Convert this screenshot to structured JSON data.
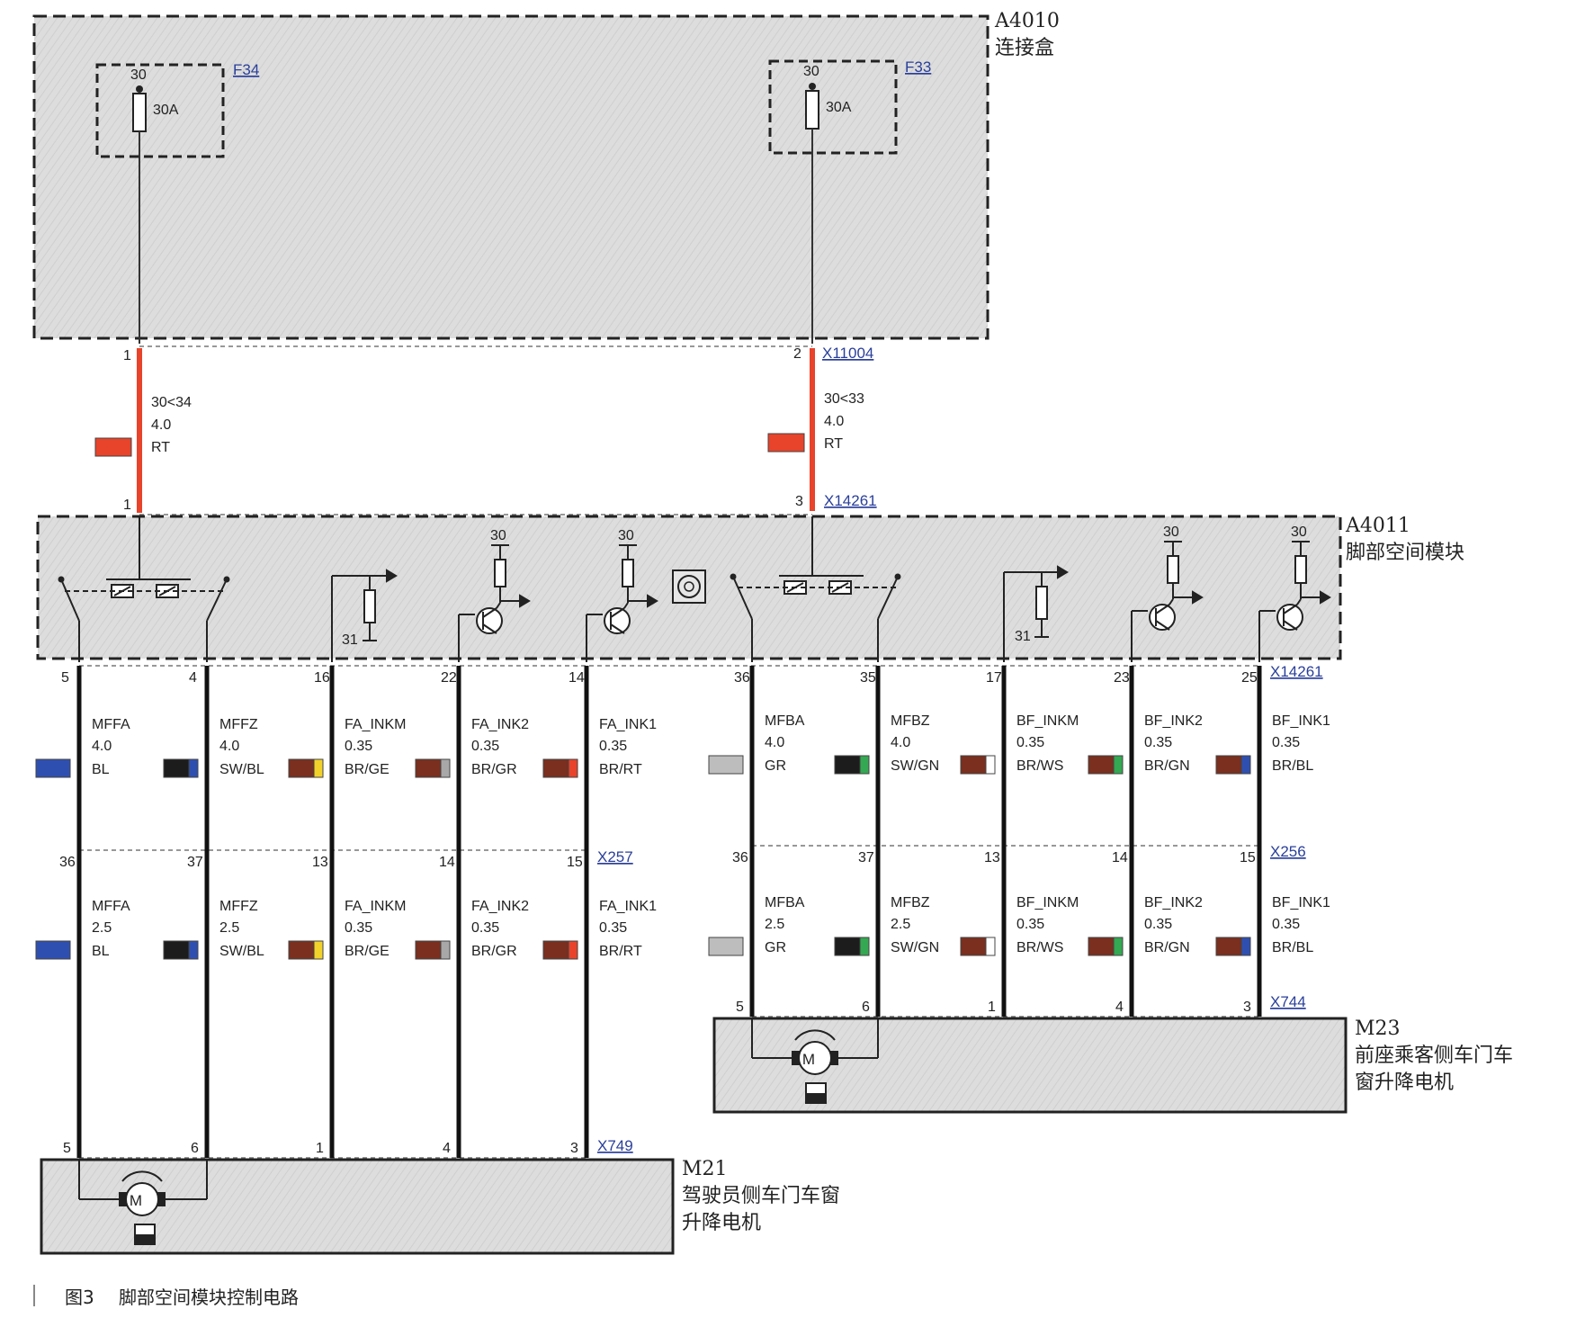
{
  "components": {
    "a4010": {
      "id": "A4010",
      "name": "连接盒"
    },
    "a4011": {
      "id": "A4011",
      "name": "脚部空间模块"
    },
    "m23": {
      "id": "M23",
      "name_line1": "前座乘客侧车门车",
      "name_line2": "窗升降电机"
    },
    "m21": {
      "id": "M21",
      "name_line1": "驾驶员侧车门车窗",
      "name_line2": "升降电机"
    }
  },
  "fuses": [
    {
      "label": "F34",
      "terminal": "30",
      "rating": "30A"
    },
    {
      "label": "F33",
      "terminal": "30",
      "rating": "30A"
    }
  ],
  "connectors": {
    "x11004": "X11004",
    "x14261_top": "X14261",
    "x14261_bottom": "X14261",
    "x257": "X257",
    "x256": "X256",
    "x749": "X749",
    "x744": "X744"
  },
  "supply_wires": [
    {
      "signal": "30<34",
      "size": "4.0",
      "color_code": "RT",
      "pin_top": "1",
      "pin_bottom": "1",
      "swatch": [
        "#e8432b"
      ]
    },
    {
      "signal": "30<33",
      "size": "4.0",
      "color_code": "RT",
      "pin_top": "2",
      "pin_bottom": "3",
      "swatch": [
        "#e8432b"
      ]
    }
  ],
  "module_symbols": {
    "terminal_30": "30",
    "terminal_31": "31"
  },
  "upper_wires": [
    {
      "pin": "5",
      "signal": "MFFA",
      "size": "4.0",
      "color_code": "BL",
      "swatch": [
        "#2f4fb0"
      ]
    },
    {
      "pin": "4",
      "signal": "MFFZ",
      "size": "4.0",
      "color_code": "SW/BL",
      "swatch": [
        "#1c1c1c",
        "#2f4fb0"
      ]
    },
    {
      "pin": "16",
      "signal": "FA_INKM",
      "size": "0.35",
      "color_code": "BR/GE",
      "swatch": [
        "#7a2f1f",
        "#f2d22a"
      ]
    },
    {
      "pin": "22",
      "signal": "FA_INK2",
      "size": "0.35",
      "color_code": "BR/GR",
      "swatch": [
        "#7a2f1f",
        "#a8a8a8"
      ]
    },
    {
      "pin": "14",
      "signal": "FA_INK1",
      "size": "0.35",
      "color_code": "BR/RT",
      "swatch": [
        "#7a2f1f",
        "#e8432b"
      ]
    },
    {
      "pin": "36",
      "signal": "MFBA",
      "size": "4.0",
      "color_code": "GR",
      "swatch": [
        "#bdbdbd"
      ]
    },
    {
      "pin": "35",
      "signal": "MFBZ",
      "size": "4.0",
      "color_code": "SW/GN",
      "swatch": [
        "#1c1c1c",
        "#34a853"
      ]
    },
    {
      "pin": "17",
      "signal": "BF_INKM",
      "size": "0.35",
      "color_code": "BR/WS",
      "swatch": [
        "#7a2f1f",
        "#ffffff"
      ]
    },
    {
      "pin": "23",
      "signal": "BF_INK2",
      "size": "0.35",
      "color_code": "BR/GN",
      "swatch": [
        "#7a2f1f",
        "#34a853"
      ]
    },
    {
      "pin": "25",
      "signal": "BF_INK1",
      "size": "0.35",
      "color_code": "BR/BL",
      "swatch": [
        "#7a2f1f",
        "#2f4fb0"
      ]
    }
  ],
  "lower_wires": [
    {
      "pin_top": "36",
      "pin_bottom": "5",
      "signal": "MFFA",
      "size": "2.5",
      "color_code": "BL",
      "swatch": [
        "#2f4fb0"
      ]
    },
    {
      "pin_top": "37",
      "pin_bottom": "6",
      "signal": "MFFZ",
      "size": "2.5",
      "color_code": "SW/BL",
      "swatch": [
        "#1c1c1c",
        "#2f4fb0"
      ]
    },
    {
      "pin_top": "13",
      "pin_bottom": "1",
      "signal": "FA_INKM",
      "size": "0.35",
      "color_code": "BR/GE",
      "swatch": [
        "#7a2f1f",
        "#f2d22a"
      ]
    },
    {
      "pin_top": "14",
      "pin_bottom": "4",
      "signal": "FA_INK2",
      "size": "0.35",
      "color_code": "BR/GR",
      "swatch": [
        "#7a2f1f",
        "#a8a8a8"
      ]
    },
    {
      "pin_top": "15",
      "pin_bottom": "3",
      "signal": "FA_INK1",
      "size": "0.35",
      "color_code": "BR/RT",
      "swatch": [
        "#7a2f1f",
        "#e8432b"
      ]
    },
    {
      "pin_top": "36",
      "pin_bottom": "5",
      "signal": "MFBA",
      "size": "2.5",
      "color_code": "GR",
      "swatch": [
        "#bdbdbd"
      ]
    },
    {
      "pin_top": "37",
      "pin_bottom": "6",
      "signal": "MFBZ",
      "size": "2.5",
      "color_code": "SW/GN",
      "swatch": [
        "#1c1c1c",
        "#34a853"
      ]
    },
    {
      "pin_top": "13",
      "pin_bottom": "1",
      "signal": "BF_INKM",
      "size": "0.35",
      "color_code": "BR/WS",
      "swatch": [
        "#7a2f1f",
        "#ffffff"
      ]
    },
    {
      "pin_top": "14",
      "pin_bottom": "4",
      "signal": "BF_INK2",
      "size": "0.35",
      "color_code": "BR/GN",
      "swatch": [
        "#7a2f1f",
        "#34a853"
      ]
    },
    {
      "pin_top": "15",
      "pin_bottom": "3",
      "signal": "BF_INK1",
      "size": "0.35",
      "color_code": "BR/BL",
      "swatch": [
        "#7a2f1f",
        "#2f4fb0"
      ]
    }
  ],
  "motor_symbol": "M",
  "caption": {
    "figure": "图3",
    "title": "脚部空间模块控制电路"
  },
  "colors": {
    "wire_red": "#e8432b",
    "connector_blue": "#2a3f9a",
    "box_fill": "#dcdcdc"
  }
}
